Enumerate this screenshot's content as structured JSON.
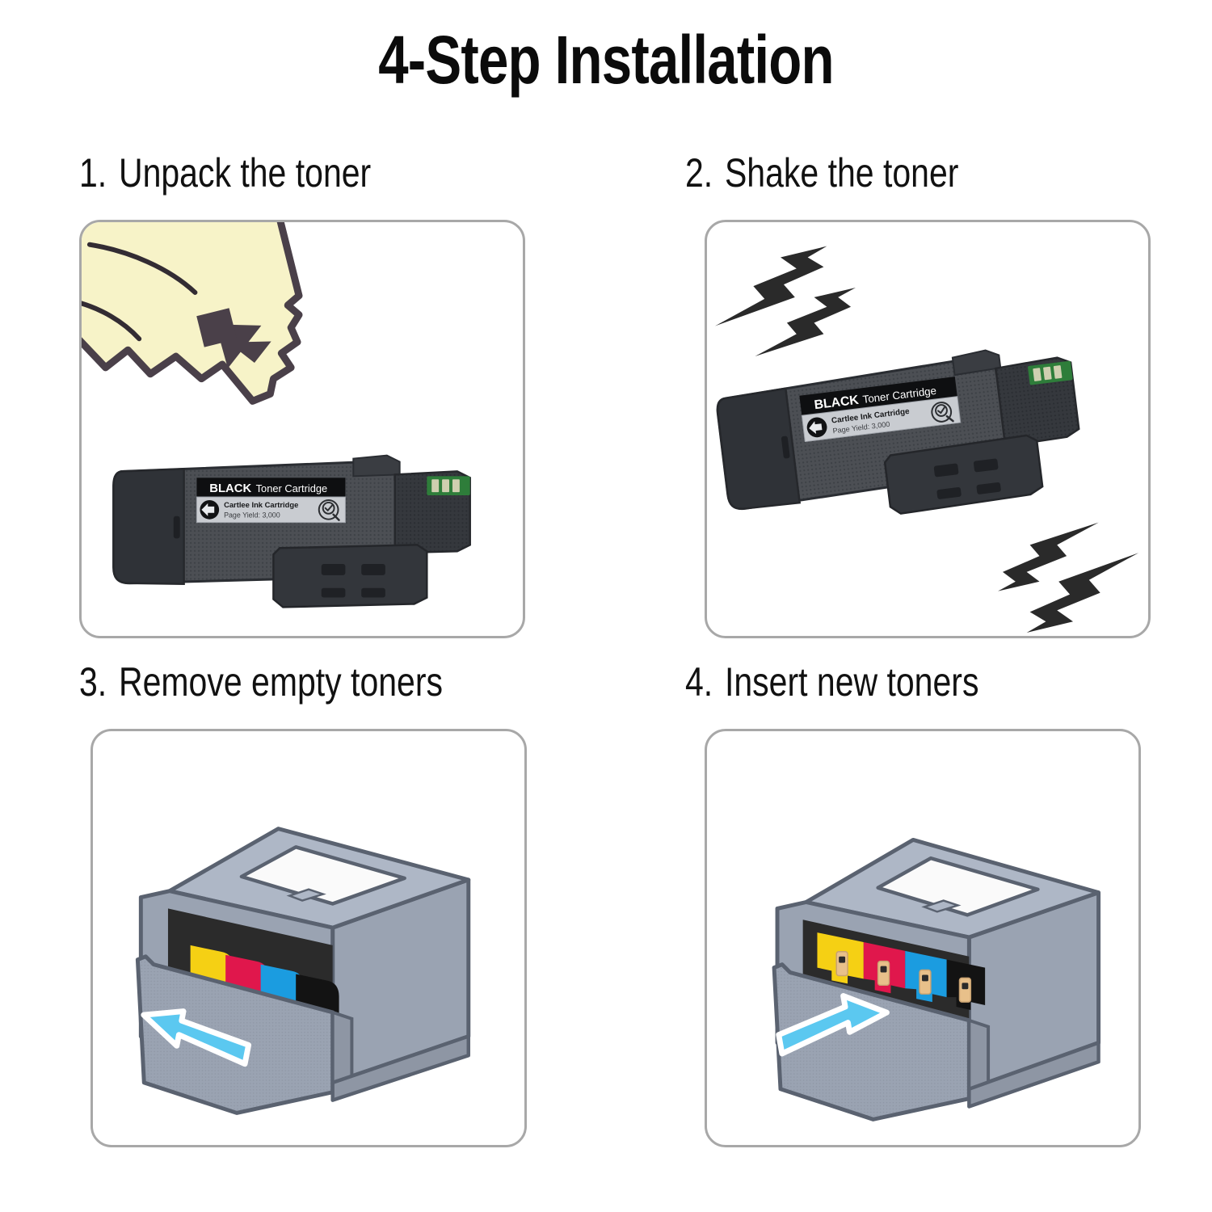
{
  "title": "4-Step Installation",
  "steps": [
    {
      "num": "1.",
      "label": "Unpack the toner",
      "illustration": "unpack-bag-and-cartridge"
    },
    {
      "num": "2.",
      "label": "Shake the toner",
      "illustration": "cartridge-with-shake-marks"
    },
    {
      "num": "3.",
      "label": "Remove empty toners",
      "illustration": "printer-tray-cartridges-out"
    },
    {
      "num": "4.",
      "label": "Insert new toners",
      "illustration": "printer-tray-cartridges-in"
    }
  ],
  "cartridge_label": {
    "color_name": "BLACK",
    "type": "Toner Cartridge",
    "brand_line": "Cartlee Ink Cartridge",
    "yield_line": "Page Yield: 3,000"
  },
  "toner_colors": [
    {
      "name": "yellow",
      "hex": "#F5D014"
    },
    {
      "name": "magenta",
      "hex": "#E0174C"
    },
    {
      "name": "cyan",
      "hex": "#1B9CE0"
    },
    {
      "name": "black",
      "hex": "#131313"
    }
  ],
  "palette": {
    "page_background": "#FFFFFF",
    "panel_border": "#A8A8A8",
    "title_text": "#0B0B0B",
    "label_text": "#111111",
    "package_bag": "#F7F3C8",
    "package_outline": "#4A4049",
    "cartridge_body": "#4C4F54",
    "cartridge_dark": "#2E3136",
    "cartridge_chip": "#2E7D3A",
    "printer_top": "#AEB7C6",
    "printer_side": "#9AA3B2",
    "printer_front": "#8E96A4",
    "printer_outline": "#5A6270",
    "printer_cavity": "#2B2B2B",
    "arrow_fill": "#5BC8F0",
    "arrow_outline": "#FFFFFF",
    "tab_handle": "#E8C08A",
    "shake_mark": "#2A2A2A"
  }
}
